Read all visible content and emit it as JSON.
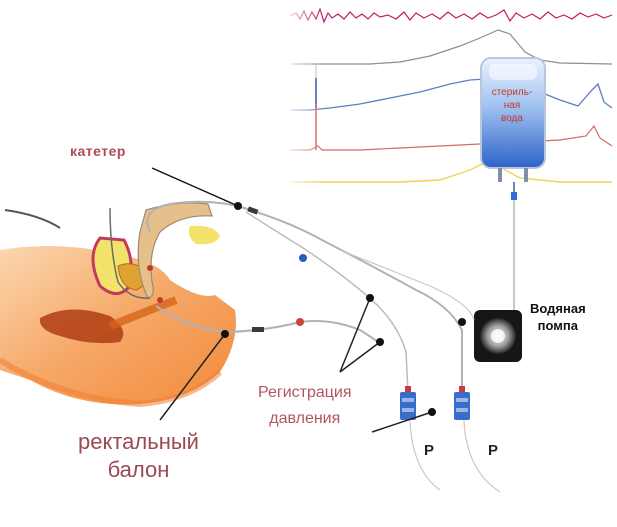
{
  "labels": {
    "catheter": "катетер",
    "rectal_balloon_line1": "ректальный",
    "rectal_balloon_line2": "балон",
    "pressure_reg_line1": "Регистрация",
    "pressure_reg_line2": "давления",
    "water_pump_line1": "Водяная",
    "water_pump_line2": "помпа",
    "bag_line1": "стериль-",
    "bag_line2": "ная",
    "bag_line3": "вода",
    "transducer_1": "P",
    "transducer_2": "P"
  },
  "colors": {
    "label_red": "#b04a5a",
    "trace_magenta": "#c2186b",
    "trace_gray": "#8e8e8e",
    "trace_blue": "#5b7fc2",
    "trace_red": "#d46a6a",
    "trace_yellow": "#f1d25a",
    "water_blue": "#2f6fd6",
    "anatomy_orange": "#f5a25d",
    "anatomy_yellow": "#f3dc5c"
  },
  "icons": [
    "water-bag-icon",
    "water-pump-icon",
    "pressure-transducer-icon"
  ]
}
